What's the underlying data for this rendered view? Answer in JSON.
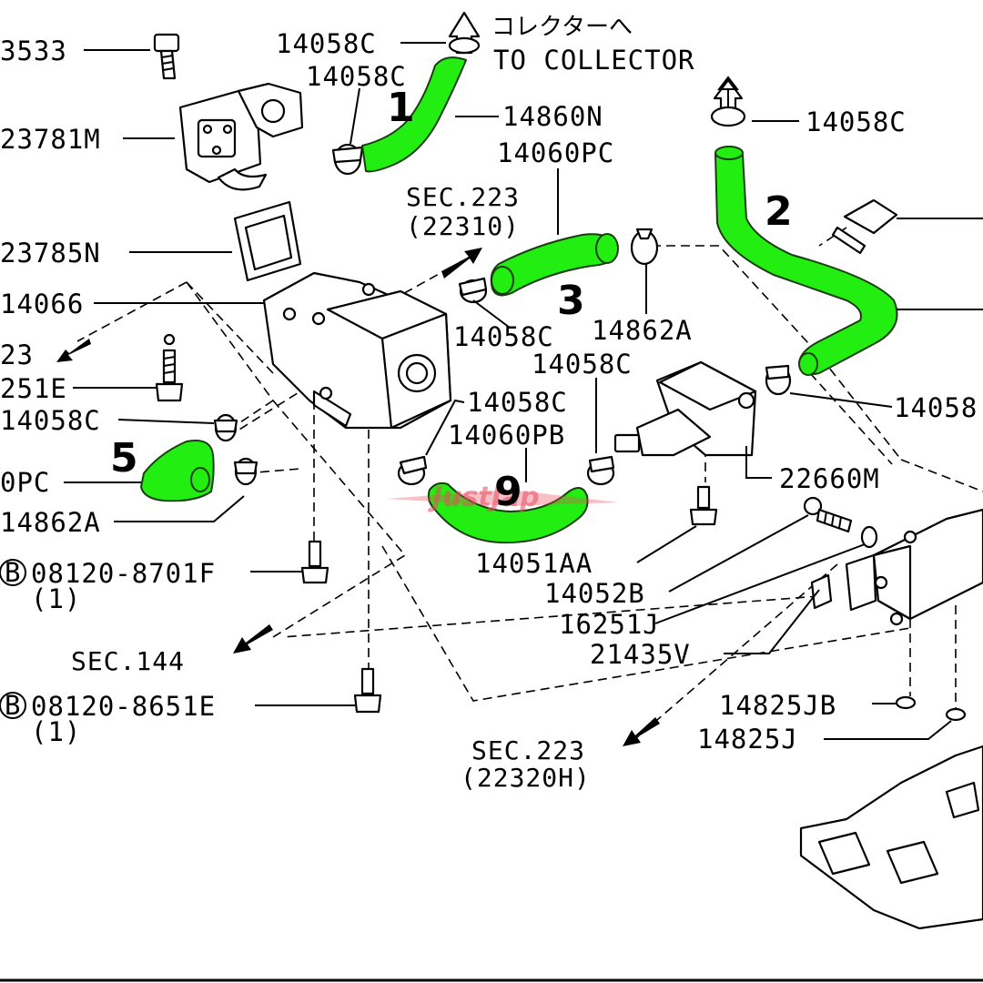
{
  "diagram": {
    "collector_jp": "コレクターへ",
    "collector_en": "TO COLLECTOR",
    "callouts": [
      {
        "id": "c1",
        "text": "3533"
      },
      {
        "id": "c2",
        "text": "14058C"
      },
      {
        "id": "c3",
        "text": "14058C"
      },
      {
        "id": "c4",
        "text": "14860N"
      },
      {
        "id": "c5",
        "text": "23781M"
      },
      {
        "id": "c6",
        "text": "14058C"
      },
      {
        "id": "c7",
        "text": "14060PC"
      },
      {
        "id": "c8",
        "text": "23785N"
      },
      {
        "id": "c9",
        "text": "14066"
      },
      {
        "id": "c10",
        "text": "23"
      },
      {
        "id": "c11",
        "text": "251E"
      },
      {
        "id": "c12",
        "text": "14058C"
      },
      {
        "id": "c13",
        "text": "0PC"
      },
      {
        "id": "c14",
        "text": "14862A"
      },
      {
        "id": "c15",
        "text": "14058C"
      },
      {
        "id": "c16",
        "text": "14862A"
      },
      {
        "id": "c17",
        "text": "14058C"
      },
      {
        "id": "c18",
        "text": "14058C"
      },
      {
        "id": "c19",
        "text": "14060PB"
      },
      {
        "id": "c20",
        "text": "14058"
      },
      {
        "id": "c21",
        "text": "22660M"
      },
      {
        "id": "c22",
        "text": "14051AA"
      },
      {
        "id": "c23",
        "text": "14052B"
      },
      {
        "id": "c24",
        "text": "16251J"
      },
      {
        "id": "c25",
        "text": "21435V"
      },
      {
        "id": "c26",
        "text": "14825JB"
      },
      {
        "id": "c27",
        "text": "14825J"
      },
      {
        "id": "c28",
        "text": "08120-8701F"
      },
      {
        "id": "c29",
        "text": "(1)"
      },
      {
        "id": "c30",
        "text": "08120-8651E"
      },
      {
        "id": "c31",
        "text": "(1)"
      }
    ],
    "sections": [
      {
        "id": "s1",
        "line1": "SEC.223",
        "line2": "(22310)"
      },
      {
        "id": "s2",
        "line1": "SEC.144",
        "line2": ""
      },
      {
        "id": "s3",
        "line1": "SEC.223",
        "line2": "(22320H)"
      }
    ],
    "bolt_marker": "B",
    "hose_numbers": [
      "1",
      "2",
      "3",
      "5",
      "9"
    ],
    "watermark": "JustJap",
    "colors": {
      "hose": "#22ee11",
      "line": "#000000",
      "watermark": "#e84a5f"
    }
  }
}
